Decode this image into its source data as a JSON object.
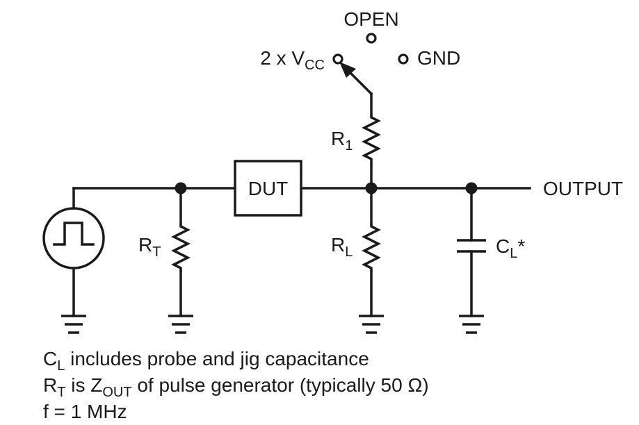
{
  "switch": {
    "open": "OPEN",
    "gnd": "GND",
    "vcc_prefix": "2 x V",
    "vcc_sub": "CC"
  },
  "components": {
    "dut": "DUT",
    "output": "OUTPUT",
    "r1_main": "R",
    "r1_sub": "1",
    "rt_main": "R",
    "rt_sub": "T",
    "rl_main": "R",
    "rl_sub": "L",
    "cl_main": "C",
    "cl_sub": "L",
    "cl_suffix": "*"
  },
  "notes": {
    "line1_main": "C",
    "line1_sub": "L",
    "line1_rest": " includes probe and jig capacitance",
    "line2_main": "R",
    "line2_sub": "T",
    "line2_mid": " is Z",
    "line2_sub2": "OUT",
    "line2_rest": " of pulse generator (typically 50 Ω)",
    "line3": "f = 1 MHz"
  }
}
